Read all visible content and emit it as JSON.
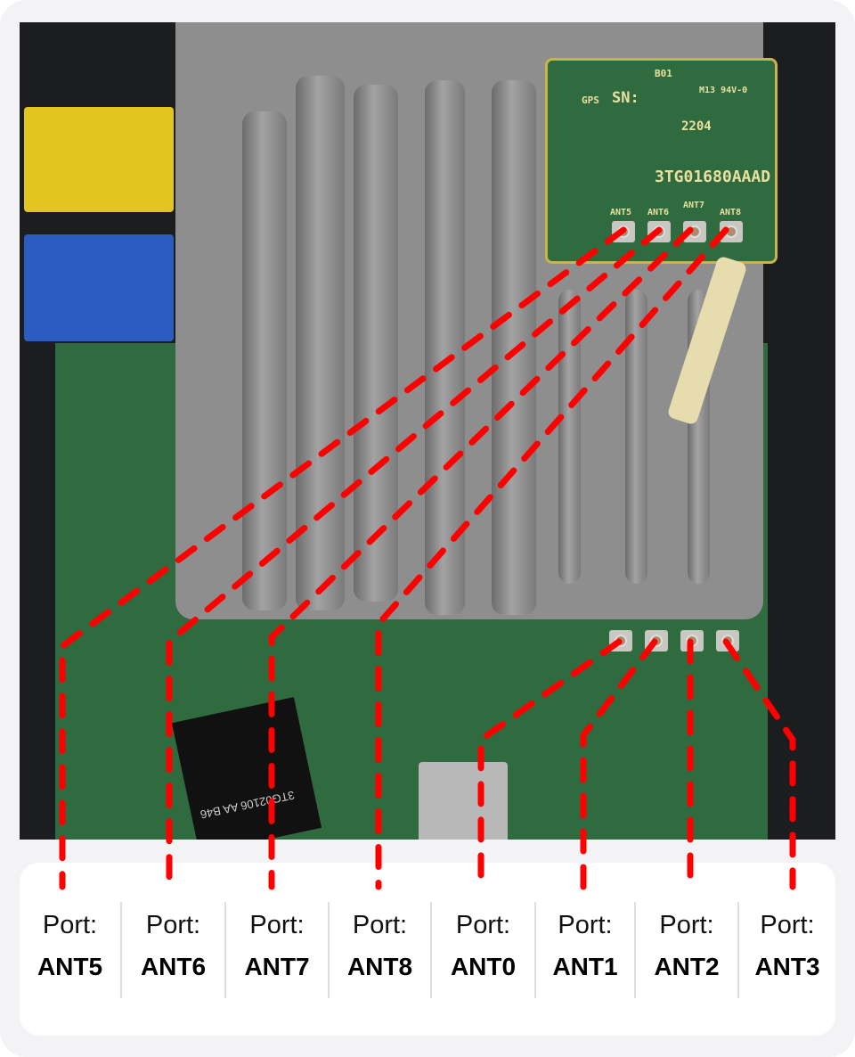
{
  "board_text": {
    "model": "3TG01680AAAD",
    "date": "2204",
    "gps": "GPS",
    "sn": "SN:",
    "rev": "B01",
    "rating": "M13 94V-0",
    "upper_ports": [
      "ANT5",
      "ANT6",
      "ANT7",
      "ANT8"
    ],
    "sticker": "3TG02106 AA B46"
  },
  "ports": [
    {
      "prefix": "Port:",
      "name": "ANT5"
    },
    {
      "prefix": "Port:",
      "name": "ANT6"
    },
    {
      "prefix": "Port:",
      "name": "ANT7"
    },
    {
      "prefix": "Port:",
      "name": "ANT8"
    },
    {
      "prefix": "Port:",
      "name": "ANT0"
    },
    {
      "prefix": "Port:",
      "name": "ANT1"
    },
    {
      "prefix": "Port:",
      "name": "ANT2"
    },
    {
      "prefix": "Port:",
      "name": "ANT3"
    }
  ],
  "colors": {
    "annotation": "#ff0000",
    "background": "#f3f3f6",
    "card": "#ffffff"
  }
}
